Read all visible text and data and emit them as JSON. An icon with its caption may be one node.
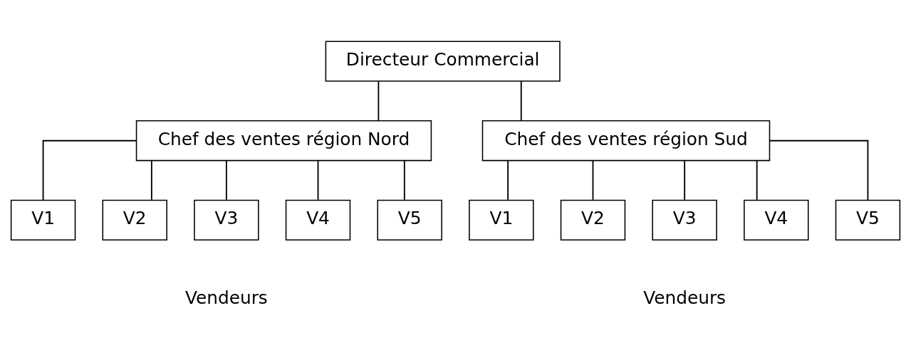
{
  "diagram": {
    "nodes": [
      {
        "text": [
          "Directeur Commercial"
        ]
      },
      {
        "text": [
          "Chef des ventes région Nord"
        ]
      },
      {
        "text": [
          "Chef des ventes région Sud"
        ]
      },
      {
        "text": [
          "V1"
        ]
      },
      {
        "text": [
          "V2"
        ]
      },
      {
        "text": [
          "V3"
        ]
      },
      {
        "text": [
          "V4"
        ]
      },
      {
        "text": [
          "V5"
        ]
      },
      {
        "text": [
          "V1"
        ]
      },
      {
        "text": [
          "V2"
        ]
      },
      {
        "text": [
          "V3"
        ]
      },
      {
        "text": [
          "V4"
        ]
      },
      {
        "text": [
          "V5"
        ]
      }
    ],
    "edges": [
      {
        "from": 0,
        "to": 1,
        "arrow": "none"
      },
      {
        "from": 0,
        "to": 2,
        "arrow": "none"
      },
      {
        "from": 1,
        "to": 3,
        "arrow": "none"
      },
      {
        "from": 1,
        "to": 4,
        "arrow": "none"
      },
      {
        "from": 1,
        "to": 5,
        "arrow": "none"
      },
      {
        "from": 1,
        "to": 6,
        "arrow": "none"
      },
      {
        "from": 1,
        "to": 7,
        "arrow": "none"
      },
      {
        "from": 2,
        "to": 8,
        "arrow": "none"
      },
      {
        "from": 2,
        "to": 9,
        "arrow": "none"
      },
      {
        "from": 2,
        "to": 10,
        "arrow": "none"
      },
      {
        "from": 2,
        "to": 11,
        "arrow": "none"
      },
      {
        "from": 2,
        "to": 12,
        "arrow": "none"
      }
    ],
    "labels": [
      "Vendeurs",
      "Vendeurs"
    ]
  }
}
